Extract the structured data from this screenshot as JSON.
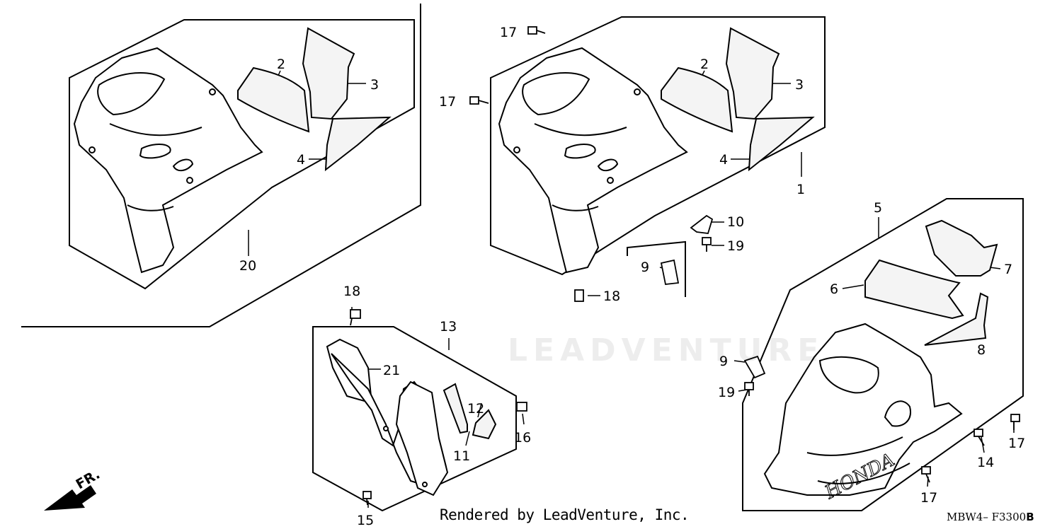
{
  "callouts": {
    "n1": "1",
    "n2a": "2",
    "n2b": "2",
    "n3a": "3",
    "n3b": "3",
    "n4a": "4",
    "n4b": "4",
    "n5": "5",
    "n6": "6",
    "n7": "7",
    "n8": "8",
    "n9a": "9",
    "n9b": "9",
    "n10": "10",
    "n11": "11",
    "n12": "12",
    "n13": "13",
    "n14": "14",
    "n15": "15",
    "n16": "16",
    "n17a": "17",
    "n17b": "17",
    "n17c": "17",
    "n17d": "17",
    "n18a": "18",
    "n18b": "18",
    "n19a": "19",
    "n19b": "19",
    "n20": "20",
    "n21": "21"
  },
  "direction_label": "FR.",
  "footer": {
    "credit": "Rendered by LeadVenture, Inc.",
    "diagram_code": "MBW4– F3300",
    "diagram_code_suffix": "B"
  },
  "watermark_text": "LEADVENTURE"
}
